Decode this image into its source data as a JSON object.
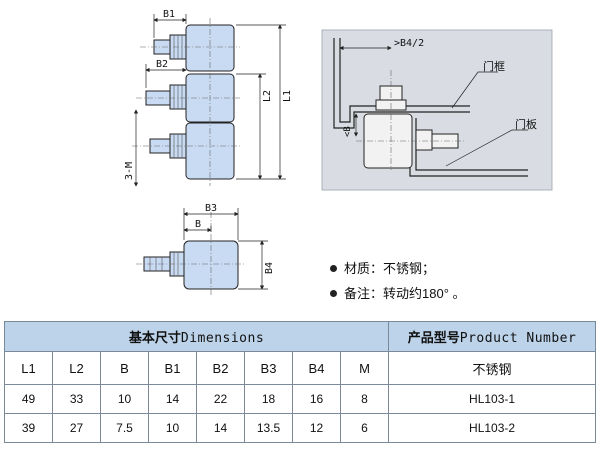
{
  "drawing": {
    "dims": {
      "b1": "B1",
      "b2": "B2",
      "l1": "L1",
      "l2": "L2",
      "m": "3-M",
      "b3": "B3",
      "b": "B",
      "b4": "B4",
      "b4_half": ">B4/2",
      "b_lt": "<B"
    },
    "labels": {
      "frame": "门框",
      "plate": "门板"
    }
  },
  "notes": [
    {
      "label": "材质：",
      "value": "不锈钢；"
    },
    {
      "label": "备注：",
      "value": "转动约180°  。"
    }
  ],
  "table": {
    "group_header": "基本尺寸",
    "group_header_en": "Dimensions",
    "product_header": "产品型号",
    "product_header_en": "Product Number",
    "columns": [
      "L1",
      "L2",
      "B",
      "B1",
      "B2",
      "B3",
      "B4",
      "M"
    ],
    "material": "不锈钢",
    "rows": [
      {
        "values": [
          "49",
          "33",
          "10",
          "14",
          "22",
          "18",
          "16",
          "8"
        ],
        "model": "HL103-1"
      },
      {
        "values": [
          "39",
          "27",
          "7.5",
          "10",
          "14",
          "13.5",
          "12",
          "6"
        ],
        "model": "HL103-2"
      }
    ]
  },
  "colors": {
    "part_fill": "#c9dbf2",
    "panel_bg": "#d9dde3",
    "header_bg": "#bcd3ea"
  }
}
